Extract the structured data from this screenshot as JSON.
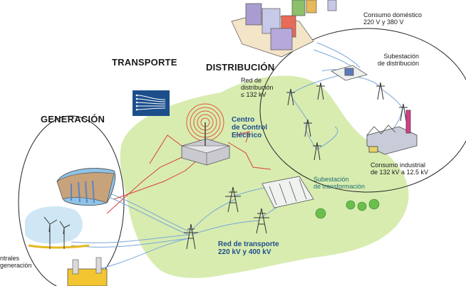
{
  "sections": {
    "generacion": "GENERACIÓN",
    "transporte": "TRANSPORTE",
    "distribucion": "DISTRIBUCIÓN"
  },
  "labels": {
    "consumo_domestico": [
      "Consumo doméstico",
      "220 V y 380 V"
    ],
    "subestacion_distribucion": [
      "Subestación",
      "de distribución"
    ],
    "red_distribucion": [
      "Red de",
      "distribución",
      "≤ 132 kV"
    ],
    "centro_control": [
      "Centro",
      "de Control",
      "Eléctrico"
    ],
    "consumo_industrial": [
      "Consumo industrial",
      "de 132 kV a 12.5 kV"
    ],
    "subestacion_transformacion": [
      "Subestación",
      "de transformación"
    ],
    "red_transporte": [
      "Red de transporte",
      "220 kV y 400 kV"
    ],
    "centrales": [
      "ntrales",
      "generación"
    ]
  },
  "colors": {
    "land": "#d8ecb0",
    "accent_blue": "#1c4e8c",
    "signal_red": "#d8403a",
    "line_blue": "#7aa7d6",
    "building_purple": "#a89cd0"
  }
}
